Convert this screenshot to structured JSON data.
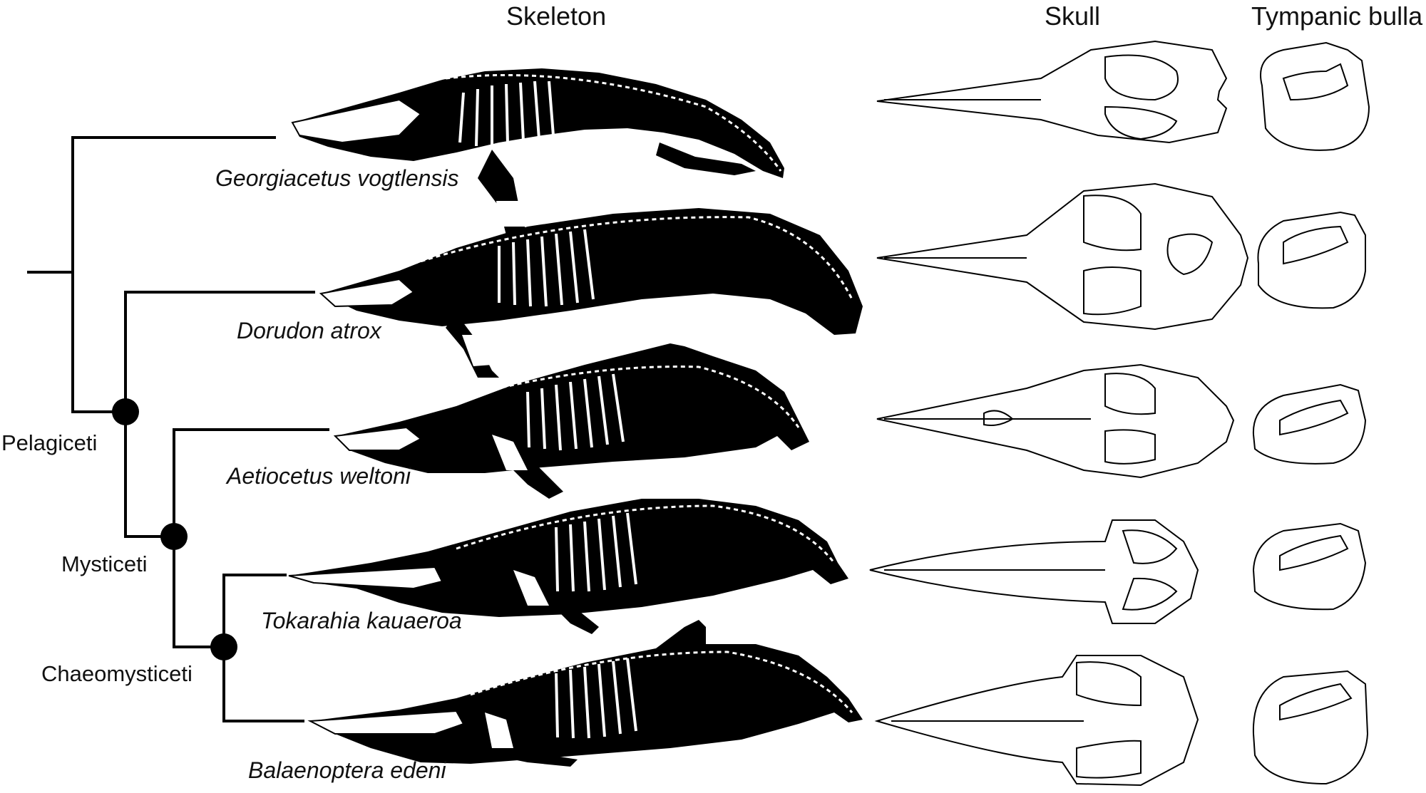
{
  "headers": {
    "skeleton": "Skeleton",
    "skull": "Skull",
    "bulla": "Tympanic bulla"
  },
  "taxa": [
    {
      "name": "Georgiacetus vogtlensis"
    },
    {
      "name": "Dorudon atrox"
    },
    {
      "name": "Aetiocetus weltoni"
    },
    {
      "name": "Tokarahia kauaeroa"
    },
    {
      "name": "Balaenoptera edeni"
    }
  ],
  "clades": [
    {
      "name": "Pelagiceti"
    },
    {
      "name": "Mysticeti"
    },
    {
      "name": "Chaeomysticeti"
    }
  ],
  "colors": {
    "line": "#000000",
    "silhouette": "#000000",
    "bone": "#ffffff"
  }
}
